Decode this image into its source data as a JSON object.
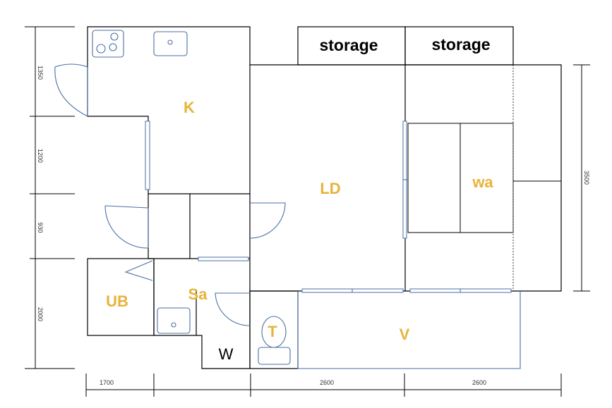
{
  "rooms": {
    "kitchen": "K",
    "living_dining": "LD",
    "washitsu": "wa",
    "unit_bath": "UB",
    "sanitary": "Sa",
    "toilet": "T",
    "veranda": "V",
    "washer": "W",
    "storage_1": "storage",
    "storage_2": "storage"
  },
  "dimensions": {
    "left": [
      "1350",
      "1200",
      "930",
      "2000"
    ],
    "bottom": [
      "1700",
      "2600",
      "2600"
    ],
    "right": "3500"
  },
  "colors": {
    "room_label": "#e8b33a",
    "fixture": "#4a6fa5",
    "wall": "#000000"
  }
}
